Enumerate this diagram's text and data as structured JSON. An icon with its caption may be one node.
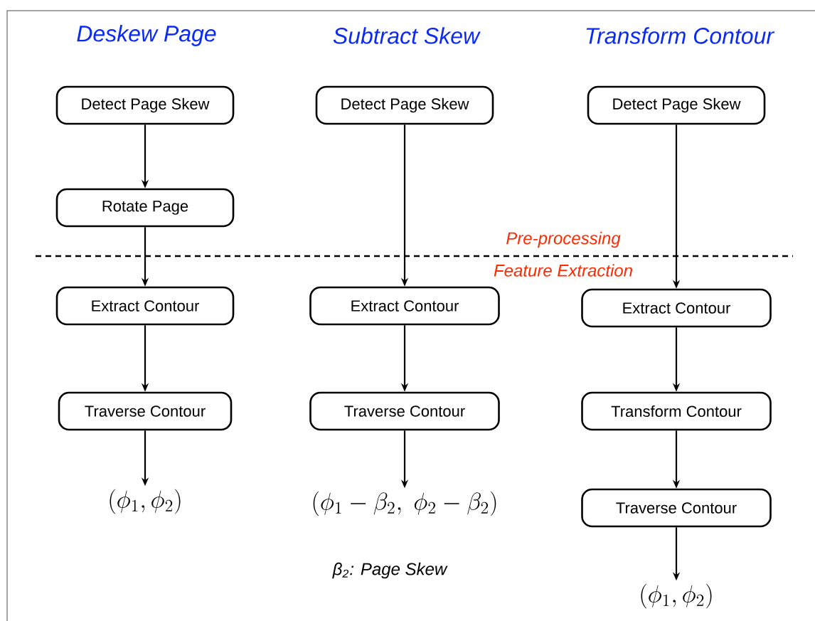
{
  "diagram": {
    "nodes": [
      {
        "text": [
          "Detect Page Skew"
        ]
      },
      {
        "text": [
          "Rotate Page"
        ]
      },
      {
        "text": [
          "Extract Contour"
        ]
      },
      {
        "text": [
          "Traverse Contour"
        ]
      },
      {
        "text": [
          "(\\phi_1, \\phi_2)"
        ]
      },
      {
        "text": [
          "Detect Page Skew"
        ]
      },
      {
        "text": [
          "Extract Contour"
        ]
      },
      {
        "text": [
          "Traverse Contour"
        ]
      },
      {
        "text": [
          "(\\phi_1 - \\beta_2,\\ \\phi_2 - \\beta_2)"
        ]
      },
      {
        "text": [
          "Detect Page Skew"
        ]
      },
      {
        "text": [
          "Extract Contour"
        ]
      },
      {
        "text": [
          "Transform Contour"
        ]
      },
      {
        "text": [
          "Traverse Contour"
        ]
      },
      {
        "text": [
          "(\\phi_1, \\phi_2)"
        ]
      }
    ],
    "edges": [
      {
        "from": 0,
        "to": 1,
        "arrow": "to"
      },
      {
        "from": 1,
        "to": 2,
        "arrow": "to"
      },
      {
        "from": 2,
        "to": 3,
        "arrow": "to"
      },
      {
        "from": 3,
        "to": 4,
        "arrow": "to"
      },
      {
        "from": 5,
        "to": 6,
        "arrow": "to"
      },
      {
        "from": 6,
        "to": 7,
        "arrow": "to"
      },
      {
        "from": 7,
        "to": 8,
        "arrow": "to"
      },
      {
        "from": 9,
        "to": 10,
        "arrow": "to"
      },
      {
        "from": 10,
        "to": 11,
        "arrow": "to"
      },
      {
        "from": 11,
        "to": 12,
        "arrow": "to"
      },
      {
        "from": 12,
        "to": 13,
        "arrow": "to"
      }
    ],
    "labels": [
      "Deskew Page",
      "Subtract Skew",
      "Transform Contour",
      "Pre-processing",
      "Feature Extraction",
      "β$_{2}$: Page Skew"
    ]
  }
}
